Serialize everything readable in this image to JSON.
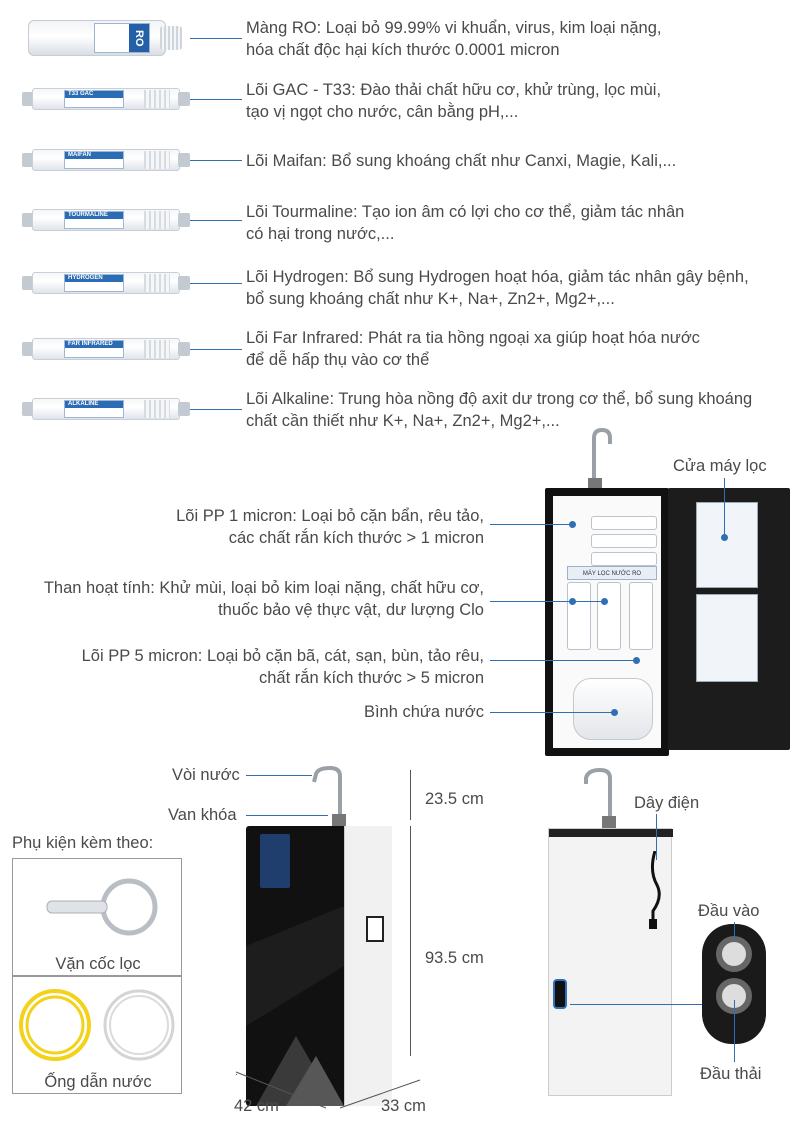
{
  "filters": [
    {
      "label_lines": [
        "Màng RO: Loại bỏ 99.99% vi khuẩn, virus, kim loại nặng,",
        "hóa chất độc hại kích thước 0.0001 micron"
      ],
      "tag": "RO"
    },
    {
      "label_lines": [
        "Lõi GAC - T33: Đào thải chất hữu cơ, khử trùng, lọc mùi,",
        "tạo vị ngọt cho nước, cân bằng pH,..."
      ],
      "tag": "T33 GAC"
    },
    {
      "label_lines": [
        "Lõi Maifan: Bổ sung khoáng chất như Canxi, Magie, Kali,..."
      ],
      "tag": "MAIFAN"
    },
    {
      "label_lines": [
        "Lõi Tourmaline: Tạo ion âm có lợi cho cơ thể, giảm tác nhân",
        "có hại trong nước,..."
      ],
      "tag": "TOURMALINE"
    },
    {
      "label_lines": [
        "Lõi Hydrogen: Bổ sung Hydrogen hoạt hóa, giảm tác nhân gây bệnh,",
        "bổ sung khoáng chất như K+, Na+, Zn2+, Mg2+,..."
      ],
      "tag": "HYDROGEN"
    },
    {
      "label_lines": [
        "Lõi Far Infrared: Phát ra tia hồng ngoại xa giúp hoạt hóa nước",
        "để dễ hấp thụ vào cơ thể"
      ],
      "tag": "FAR INFRARED"
    },
    {
      "label_lines": [
        "Lõi Alkaline: Trung hòa nồng độ axit dư trong cơ thể, bổ sung khoáng",
        "chất cần thiết như K+, Na+, Zn2+, Mg2+,..."
      ],
      "tag": "ALKALINE"
    }
  ],
  "interior": {
    "door_label": "Cửa máy lọc",
    "pp1": [
      "Lõi PP 1 micron: Loại bỏ cặn bẩn, rêu tảo,",
      "các chất rắn kích thước > 1 micron"
    ],
    "carbon": [
      "Than hoạt tính: Khử mùi, loại bỏ kim loại nặng, chất hữu cơ,",
      "thuốc bảo vệ thực vật, dư lượng Clo"
    ],
    "pp5": [
      "Lõi PP 5 micron: Loại bỏ cặn bã, cát, sạn, bùn, tảo rêu,",
      "chất rắn kích thước > 5 micron"
    ],
    "tank": "Bình chứa nước",
    "panel_label": "MÁY LỌC NƯỚC RO"
  },
  "front": {
    "faucet": "Vòi nước",
    "valve": "Van khóa",
    "dim_top": "23.5 cm",
    "dim_height": "93.5 cm",
    "dim_width": "42 cm",
    "dim_depth": "33 cm"
  },
  "accessories": {
    "title": "Phụ kiện kèm theo:",
    "wrench": "Vặn cốc lọc",
    "tubes": "Ống dẫn nước"
  },
  "back": {
    "cord": "Dây điện",
    "inlet": "Đầu vào",
    "drain": "Đầu thải"
  },
  "colors": {
    "accent": "#2f6fb3",
    "text": "#4a4a4a"
  }
}
